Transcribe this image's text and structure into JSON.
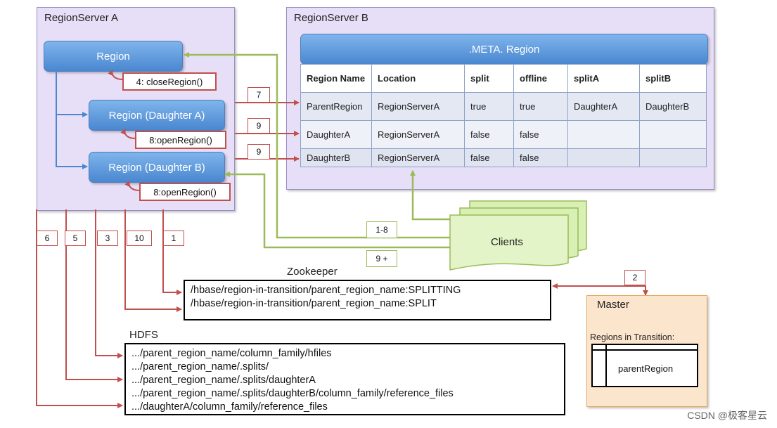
{
  "regionserver_a": {
    "title": "RegionServer A",
    "region": "Region",
    "daughter_a": "Region (Daughter A)",
    "daughter_b": "Region (Daughter B)",
    "close_region": "4: closeRegion()",
    "open_region_a": "8:openRegion()",
    "open_region_b": "8:openRegion()"
  },
  "regionserver_b": {
    "title": "RegionServer B",
    "meta_title": ".META. Region",
    "table": {
      "headers": [
        "Region Name",
        "Location",
        "split",
        "offline",
        "splitA",
        "splitB"
      ],
      "rows": [
        [
          "ParentRegion",
          "RegionServerA",
          "true",
          "true",
          "DaughterA",
          "DaughterB"
        ],
        [
          "DaughterA",
          "RegionServerA",
          "false",
          "false",
          "",
          ""
        ],
        [
          "DaughterB",
          "RegionServerA",
          "false",
          "false",
          "",
          ""
        ]
      ]
    }
  },
  "steps": {
    "s7": "7",
    "s9a": "9",
    "s9b": "9",
    "s6": "6",
    "s5": "5",
    "s3": "3",
    "s10": "10",
    "s1": "1",
    "s2": "2",
    "s18": "1-8",
    "s9plus": "9 +"
  },
  "clients": {
    "label": "Clients"
  },
  "zookeeper": {
    "title": "Zookeeper",
    "lines": [
      "/hbase/region-in-transition/parent_region_name:SPLITTING",
      "/hbase/region-in-transition/parent_region_name:SPLIT"
    ]
  },
  "hdfs": {
    "title": "HDFS",
    "lines": [
      ".../parent_region_name/column_family/hfiles",
      ".../parent_region_name/.splits/",
      ".../parent_region_name/.splits/daughterA",
      ".../parent_region_name/.splits/daughterB/column_family/reference_files",
      ".../daughterA/column_family/reference_files"
    ]
  },
  "master": {
    "title": "Master",
    "rit_title": "Regions in Transition:",
    "rit_item": "parentRegion"
  },
  "watermark": "CSDN @极客星云",
  "colors": {
    "red_arrow": "#c0504d",
    "green_arrow": "#9bbb59",
    "region_blue": "#4a87d0"
  }
}
